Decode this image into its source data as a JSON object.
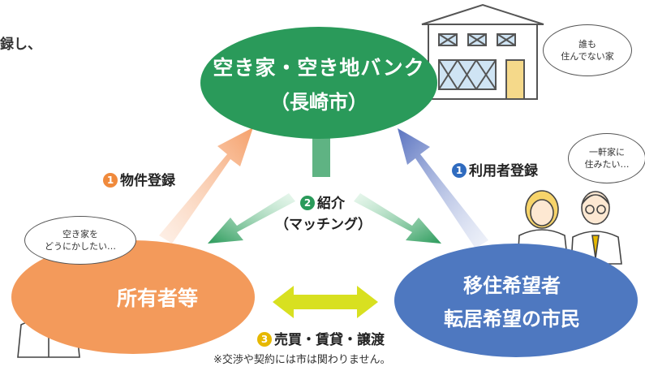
{
  "heading_fragment": "録し、",
  "nodes": {
    "bank": {
      "line1": "空き家・空き地バンク",
      "line2": "（長崎市）"
    },
    "owner": {
      "label": "所有者等"
    },
    "migrant": {
      "line1": "移住希望者",
      "line2": "転居希望の市民"
    }
  },
  "flows": {
    "property_registration": {
      "num": "1",
      "label": "物件登録"
    },
    "user_registration": {
      "num": "1",
      "label": "利用者登録"
    },
    "introduction": {
      "num": "2",
      "label": "紹介",
      "sub": "（マッチング）"
    },
    "transaction": {
      "num": "3",
      "label": "売買・賃貸・譲渡"
    }
  },
  "bubbles": {
    "house": {
      "line1": "誰も",
      "line2": "住んでない家"
    },
    "couple": {
      "line1": "一軒家に",
      "line2": "住みたい…"
    },
    "owner": {
      "line1": "空き家を",
      "line2": "どうにかしたい…"
    }
  },
  "note": "※交渉や契約には市は関わりません。",
  "colors": {
    "bank": "#2a9a5a",
    "owner": "#f39a5b",
    "migrant": "#4e78c0",
    "orange_arrow": "#f5a06a",
    "blue_arrow": "#6e84c8",
    "green_arrow": "#3aaa6a",
    "yellow_arrow": "#d8e020"
  }
}
